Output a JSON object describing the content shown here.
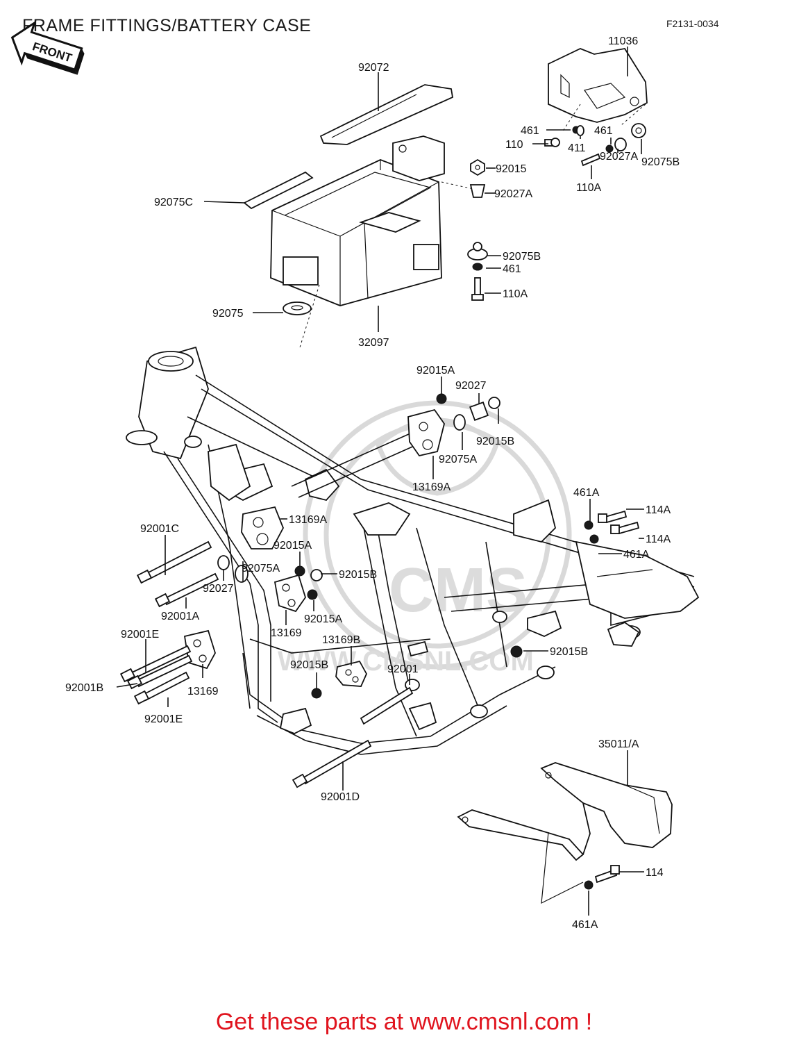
{
  "title": "FRAME FITTINGS/BATTERY CASE",
  "diagram_code": "F2131-0034",
  "front_arrow_text": "FRONT",
  "watermark_text": "CMS",
  "watermark_url": "WWW.CMSNL.COM",
  "footer_text": "Get these parts at www.cmsnl.com !",
  "colors": {
    "footer": "#e0141e",
    "line": "#111111",
    "watermark": "#d9d9d9"
  },
  "callouts": [
    {
      "id": "c1",
      "text": "92072"
    },
    {
      "id": "c2",
      "text": "11036"
    },
    {
      "id": "c3",
      "text": "461"
    },
    {
      "id": "c4",
      "text": "110"
    },
    {
      "id": "c5",
      "text": "411"
    },
    {
      "id": "c6",
      "text": "461"
    },
    {
      "id": "c7",
      "text": "92075B"
    },
    {
      "id": "c8",
      "text": "92027A"
    },
    {
      "id": "c9",
      "text": "110A"
    },
    {
      "id": "c10",
      "text": "92015"
    },
    {
      "id": "c11",
      "text": "92027A"
    },
    {
      "id": "c12",
      "text": "92075C"
    },
    {
      "id": "c13",
      "text": "92075B"
    },
    {
      "id": "c14",
      "text": "461"
    },
    {
      "id": "c15",
      "text": "110A"
    },
    {
      "id": "c16",
      "text": "92075"
    },
    {
      "id": "c17",
      "text": "32097"
    },
    {
      "id": "c18",
      "text": "92015A"
    },
    {
      "id": "c19",
      "text": "92027"
    },
    {
      "id": "c20",
      "text": "92015B"
    },
    {
      "id": "c21",
      "text": "92075A"
    },
    {
      "id": "c22",
      "text": "13169A"
    },
    {
      "id": "c23",
      "text": "461A"
    },
    {
      "id": "c24",
      "text": "114A"
    },
    {
      "id": "c25",
      "text": "114A"
    },
    {
      "id": "c26",
      "text": "461A"
    },
    {
      "id": "c27",
      "text": "92001C"
    },
    {
      "id": "c28",
      "text": "13169A"
    },
    {
      "id": "c29",
      "text": "92015A"
    },
    {
      "id": "c30",
      "text": "92075A"
    },
    {
      "id": "c31",
      "text": "92015B"
    },
    {
      "id": "c32",
      "text": "92027"
    },
    {
      "id": "c33",
      "text": "92001A"
    },
    {
      "id": "c34",
      "text": "92015A"
    },
    {
      "id": "c35",
      "text": "13169"
    },
    {
      "id": "c36",
      "text": "92001E"
    },
    {
      "id": "c37",
      "text": "13169B"
    },
    {
      "id": "c38",
      "text": "92015B"
    },
    {
      "id": "c39",
      "text": "92015B"
    },
    {
      "id": "c40",
      "text": "92001"
    },
    {
      "id": "c41",
      "text": "92001B"
    },
    {
      "id": "c42",
      "text": "13169"
    },
    {
      "id": "c43",
      "text": "92001E"
    },
    {
      "id": "c44",
      "text": "92001D"
    },
    {
      "id": "c45",
      "text": "35011/A"
    },
    {
      "id": "c46",
      "text": "114"
    },
    {
      "id": "c47",
      "text": "461A"
    }
  ]
}
